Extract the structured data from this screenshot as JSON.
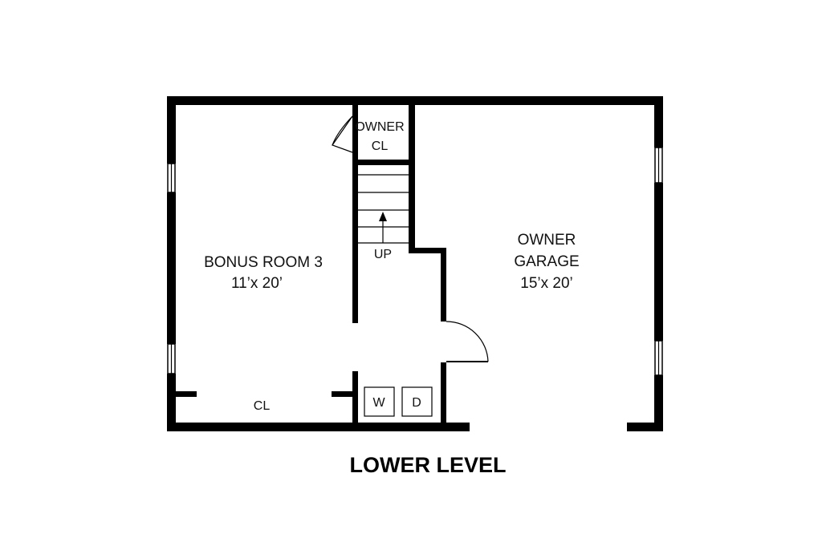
{
  "plan_title": "LOWER LEVEL",
  "rooms": {
    "bonus_room": {
      "name": "BONUS ROOM 3",
      "size": "11’x 20’"
    },
    "owner_garage": {
      "name_line1": "OWNER",
      "name_line2": "GARAGE",
      "size": "15’x 20’"
    },
    "owner_closet": {
      "line1": "OWNER",
      "line2": "CL"
    },
    "closet": {
      "name": "CL"
    },
    "stairs": {
      "label": "UP"
    },
    "washer": {
      "label": "W"
    },
    "dryer": {
      "label": "D"
    }
  }
}
